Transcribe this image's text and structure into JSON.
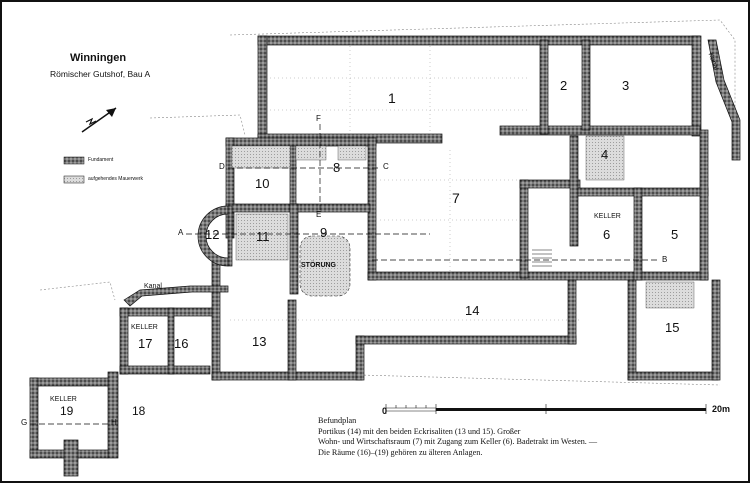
{
  "title": "Winningen",
  "subtitle": "Römischer Gutshof, Bau A",
  "legend": [
    {
      "label": "Fundament",
      "swatch": "dense"
    },
    {
      "label": "aufgehendes Mauerwerk",
      "swatch": "light"
    }
  ],
  "rooms": [
    "1",
    "2",
    "3",
    "4",
    "5",
    "6",
    "7",
    "8",
    "9",
    "10",
    "11",
    "12",
    "13",
    "14",
    "15",
    "16",
    "17",
    "18",
    "19"
  ],
  "room_labels": {
    "keller_6": "KELLER",
    "keller_17": "KELLER",
    "keller_19": "KELLER",
    "stoerung": "STÖRUNG",
    "kanal_west": "Kanal",
    "kanal_east": "Kanal"
  },
  "section_markers": {
    "A": "A",
    "B": "B",
    "C": "C",
    "D": "D",
    "E": "E",
    "F": "F",
    "G": "G",
    "H": "H"
  },
  "scale": {
    "start": "0",
    "end": "20m"
  },
  "caption": {
    "heading": "Befundplan",
    "line1": "Portikus (14) mit den beiden Eckrisaliten (13 und 15). Großer",
    "line2": "Wohn- und Wirtschaftsraum (7) mit Zugang zum Keller (6). Badetrakt im Westen. —",
    "line3": "Die Räume (16)–(19) gehören zu älteren Anlagen."
  }
}
